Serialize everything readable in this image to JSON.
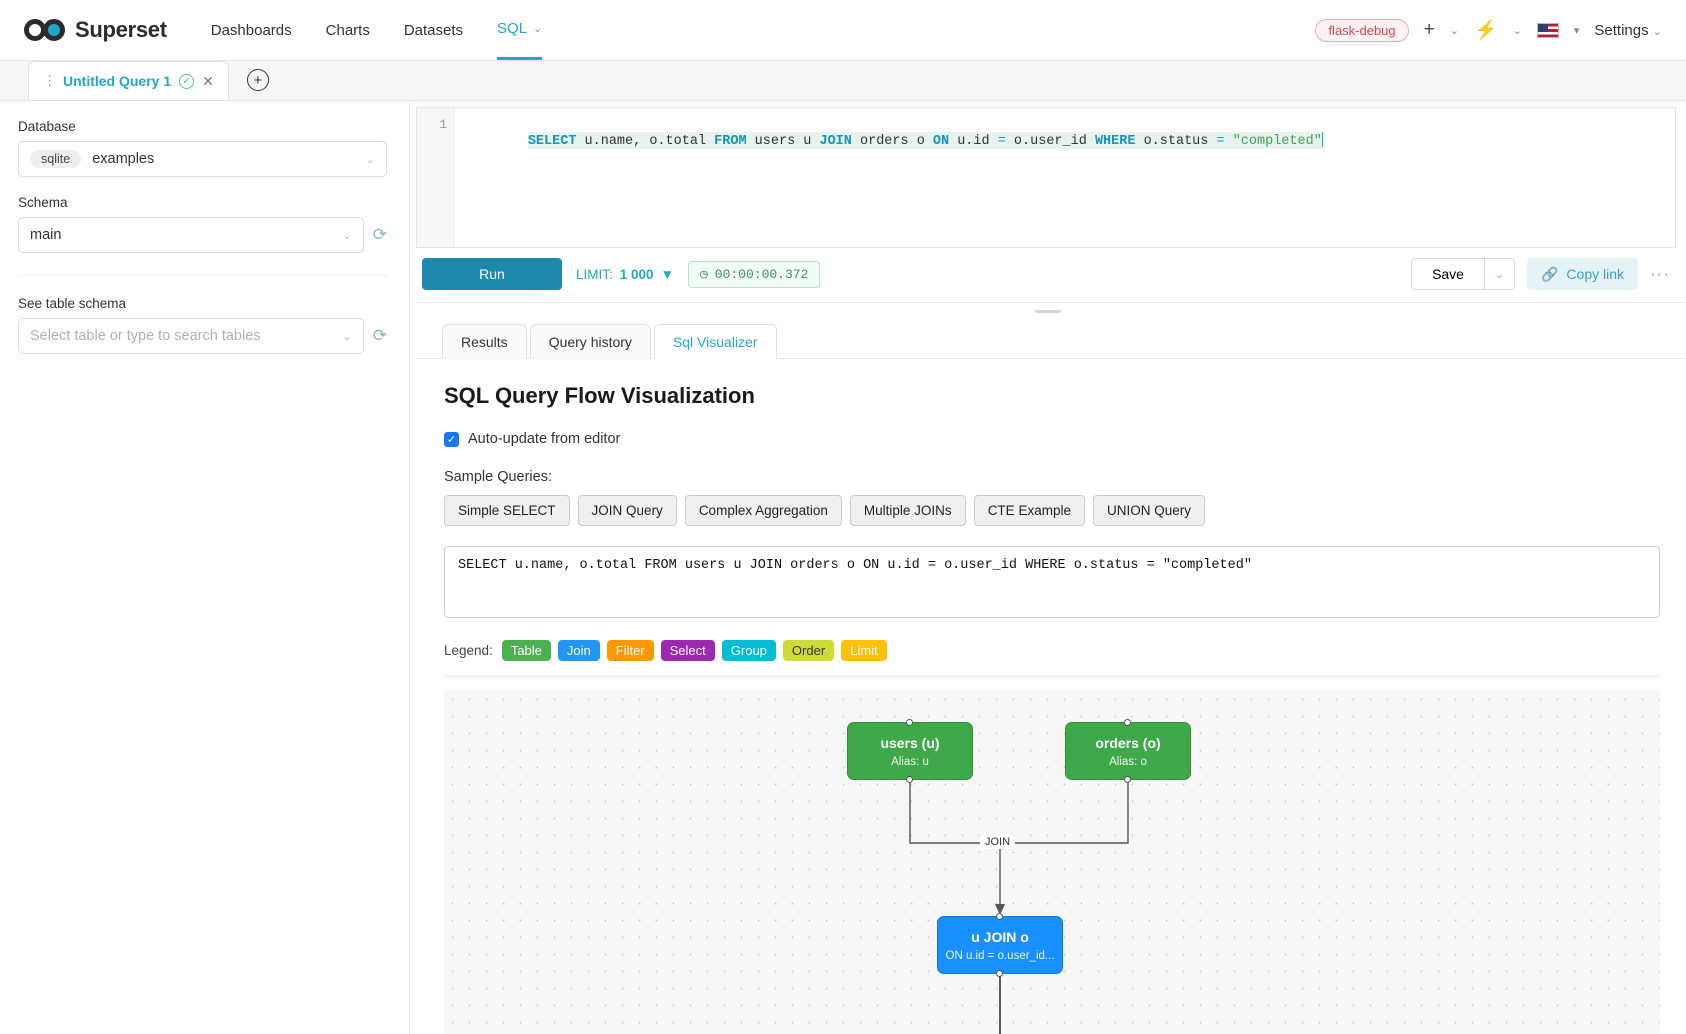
{
  "navbar": {
    "brand": "Superset",
    "links": [
      {
        "label": "Dashboards",
        "active": false
      },
      {
        "label": "Charts",
        "active": false
      },
      {
        "label": "Datasets",
        "active": false
      },
      {
        "label": "SQL",
        "active": true
      }
    ],
    "sql_caret": "⌄",
    "debug_badge": "flask-debug",
    "plus_icon": "+",
    "plus_caret": "⌄",
    "bolt_icon": "⚡",
    "bolt_caret": "⌄",
    "flag_caret": "▾",
    "settings_label": "Settings",
    "settings_caret": "⌄"
  },
  "query_tabs": {
    "grip_icon": "⋮",
    "title": "Untitled Query 1",
    "status_icon": "✓",
    "close_icon": "✕",
    "add_icon": "+"
  },
  "sidebar": {
    "database_label": "Database",
    "database_engine": "sqlite",
    "database_value": "examples",
    "schema_label": "Schema",
    "schema_value": "main",
    "table_label": "See table schema",
    "table_placeholder": "Select table or type to search tables",
    "chevron": "⌄",
    "refresh_icon": "⟳"
  },
  "editor": {
    "line_number": "1",
    "tokens": [
      {
        "t": "SELECT",
        "c": "kw"
      },
      {
        "t": " u.name, o.total ",
        "c": ""
      },
      {
        "t": "FROM",
        "c": "kw"
      },
      {
        "t": " users u ",
        "c": ""
      },
      {
        "t": "JOIN",
        "c": "kw"
      },
      {
        "t": " orders o ",
        "c": ""
      },
      {
        "t": "ON",
        "c": "kw"
      },
      {
        "t": " u.id ",
        "c": ""
      },
      {
        "t": "=",
        "c": "op"
      },
      {
        "t": " o.user_id ",
        "c": ""
      },
      {
        "t": "WHERE",
        "c": "kw"
      },
      {
        "t": " o.status ",
        "c": ""
      },
      {
        "t": "=",
        "c": "op"
      },
      {
        "t": " ",
        "c": ""
      },
      {
        "t": "\"completed\"",
        "c": "str"
      }
    ]
  },
  "toolbar": {
    "run_label": "Run",
    "limit_label": "LIMIT:",
    "limit_value": "1 000",
    "limit_caret": "▼",
    "clock_icon": "🕐",
    "timer": "00:00:00.372",
    "save_label": "Save",
    "save_caret": "⌄",
    "copy_link_icon": "🔗",
    "copy_link_label": "Copy link",
    "more_icon": "···"
  },
  "result_tabs": [
    {
      "label": "Results",
      "active": false
    },
    {
      "label": "Query history",
      "active": false
    },
    {
      "label": "Sql Visualizer",
      "active": true
    }
  ],
  "visualizer": {
    "heading": "SQL Query Flow Visualization",
    "autoupdate_label": "Auto-update from editor",
    "autoupdate_checked": true,
    "check_icon": "✓",
    "sample_title": "Sample Queries:",
    "sample_buttons": [
      "Simple SELECT",
      "JOIN Query",
      "Complex Aggregation",
      "Multiple JOINs",
      "CTE Example",
      "UNION Query"
    ],
    "query_text": "SELECT u.name, o.total FROM users u JOIN orders o ON u.id = o.user_id WHERE o.status = \"completed\"",
    "legend_label": "Legend:",
    "legend": [
      {
        "label": "Table",
        "color": "#4caf50"
      },
      {
        "label": "Join",
        "color": "#2196f3"
      },
      {
        "label": "Filter",
        "color": "#ff9800"
      },
      {
        "label": "Select",
        "color": "#9c27b0"
      },
      {
        "label": "Group",
        "color": "#00bcd4"
      },
      {
        "label": "Order",
        "color": "#cddc39"
      },
      {
        "label": "Limit",
        "color": "#ffc107"
      }
    ],
    "nodes": [
      {
        "id": "users",
        "title": "users (u)",
        "sub": "Alias: u",
        "kind": "table"
      },
      {
        "id": "orders",
        "title": "orders (o)",
        "sub": "Alias: o",
        "kind": "table"
      },
      {
        "id": "join",
        "title": "u JOIN o",
        "sub": "ON u.id = o.user_id...",
        "kind": "join"
      }
    ],
    "edge_label": "JOIN"
  }
}
